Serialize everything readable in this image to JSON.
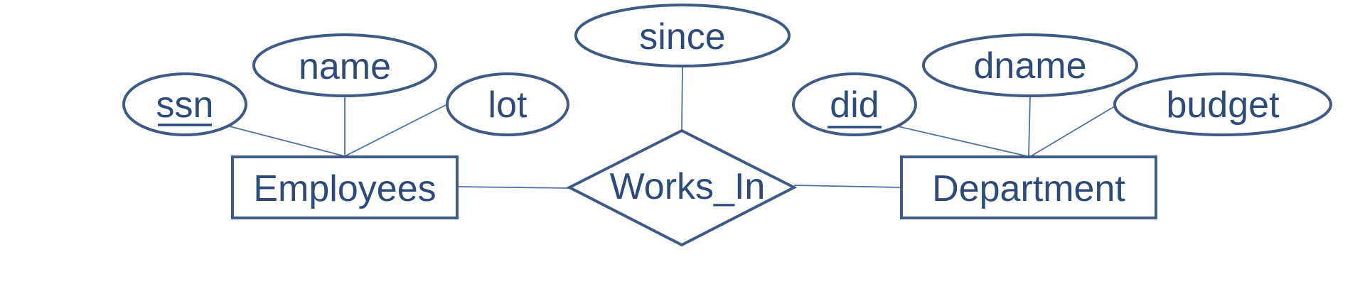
{
  "diagram": {
    "entities": {
      "employees": "Employees",
      "department": "Department"
    },
    "relationship": {
      "works_in": "Works_In"
    },
    "attributes": {
      "ssn": "ssn",
      "name": "name",
      "lot": "lot",
      "since": "since",
      "did": "did",
      "dname": "dname",
      "budget": "budget"
    },
    "key_attributes": [
      "ssn",
      "did"
    ]
  },
  "colors": {
    "stroke": "#3f5a85",
    "text": "#2e4a7a",
    "background": "#ffffff"
  }
}
